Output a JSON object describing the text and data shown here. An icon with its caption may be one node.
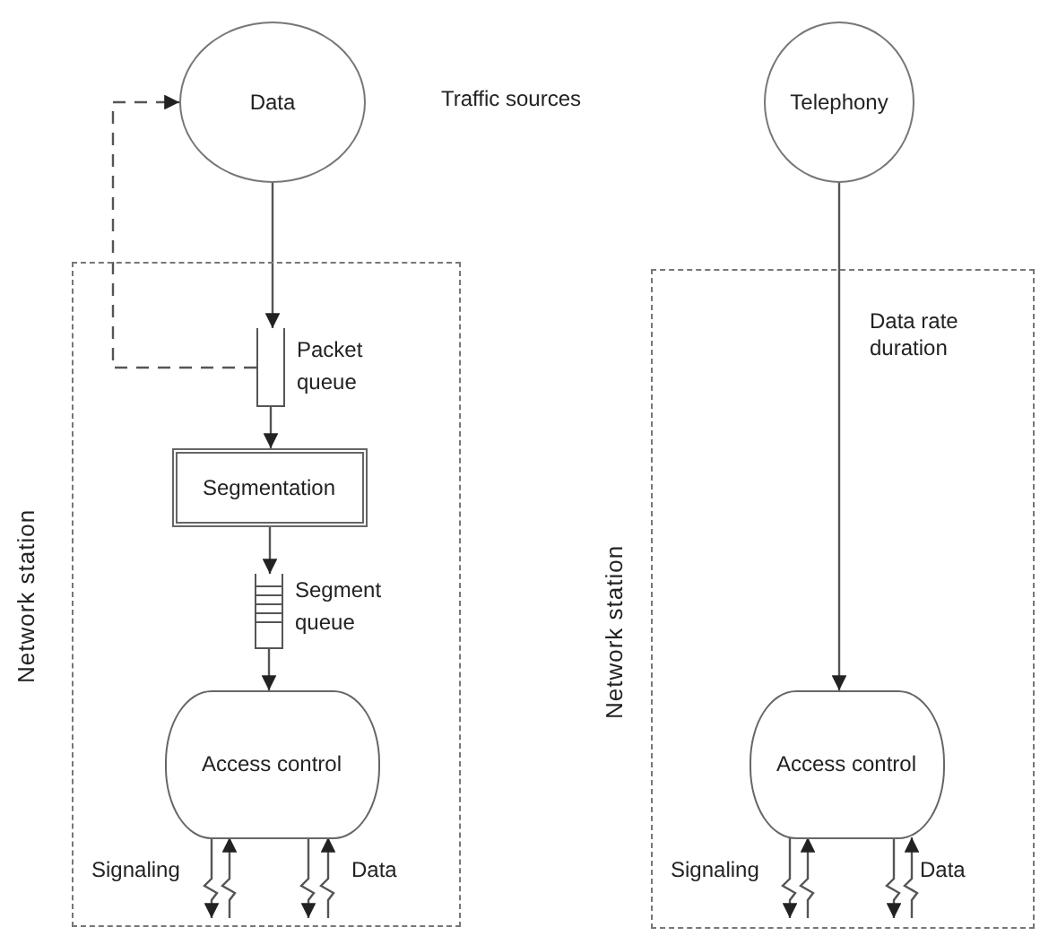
{
  "diagram": {
    "nodes": [
      {
        "text": [
          "Data"
        ]
      },
      {
        "text": [
          "Network station"
        ]
      },
      {
        "text": [],
        "shape": "box",
        "beside": [
          "Packet queue"
        ],
        "in": 1
      },
      {
        "text": [
          "Segmentation"
        ],
        "in": 1
      },
      {
        "text": [],
        "shape": "box",
        "beside": [
          "Segment queue"
        ],
        "in": 1
      },
      {
        "text": [
          "Access control"
        ],
        "in": 1
      },
      {
        "text": [
          "Telephony"
        ]
      },
      {
        "text": [
          "Network station"
        ]
      },
      {
        "text": [
          "Access control"
        ],
        "in": 7
      }
    ],
    "edges": [
      {
        "from": 0,
        "to": 2,
        "arrow": "to"
      },
      {
        "from": 2,
        "to": 0,
        "arrow": "to",
        "style": "dashed"
      },
      {
        "from": 2,
        "to": 3,
        "arrow": "to"
      },
      {
        "from": 3,
        "to": 4,
        "arrow": "to"
      },
      {
        "from": 4,
        "to": 5,
        "arrow": "to"
      },
      {
        "from": 5,
        "to": null,
        "arrow": "to",
        "label": "Signaling"
      },
      {
        "from": null,
        "to": 5,
        "arrow": "to"
      },
      {
        "from": 5,
        "to": null,
        "arrow": "to"
      },
      {
        "from": null,
        "to": 5,
        "arrow": "to",
        "label": "Data"
      },
      {
        "from": 6,
        "to": 8,
        "arrow": "to",
        "label": "Data rate duration"
      },
      {
        "from": 8,
        "to": null,
        "arrow": "to",
        "label": "Signaling"
      },
      {
        "from": null,
        "to": 8,
        "arrow": "to"
      },
      {
        "from": 8,
        "to": null,
        "arrow": "to"
      },
      {
        "from": null,
        "to": 8,
        "arrow": "to",
        "label": "Data"
      }
    ],
    "labels": [
      "Traffic sources"
    ]
  }
}
